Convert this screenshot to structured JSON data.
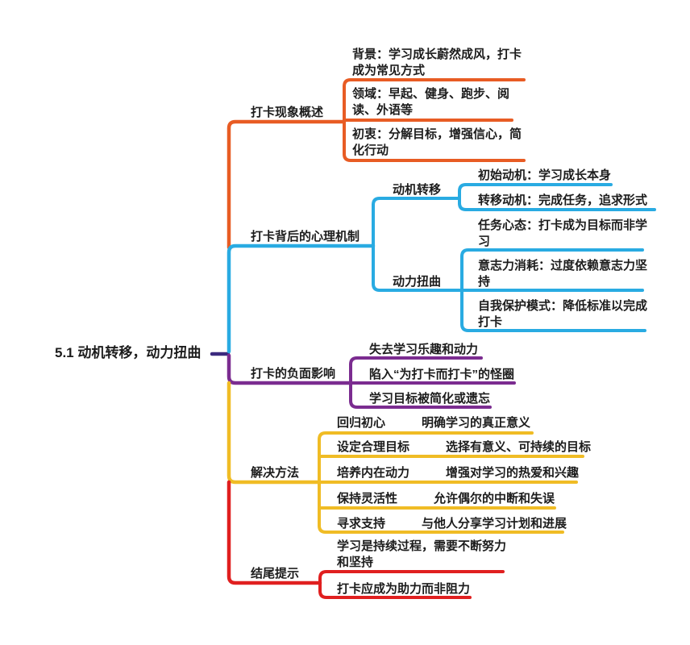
{
  "root_label": "5.1 动机转移，动力扭曲",
  "root_connector_color": "#3B2A7E",
  "text_color": "#1c1c1c",
  "background_color": "#ffffff",
  "branches": [
    {
      "label": "打卡现象概述",
      "color": "#E85C24",
      "children": [
        "背景：学习成长蔚然成风，打卡\n成为常见方式",
        "领域：早起、健身、跑步、阅\n读、外语等",
        "初衷：分解目标，增强信心，简\n化行动"
      ]
    },
    {
      "label": "打卡背后的心理机制",
      "color": "#29ABE2",
      "children": [
        {
          "label": "动机转移",
          "children": [
            "初始动机：学习成长本身",
            "转移动机：完成任务，追求形式"
          ]
        },
        {
          "label": "动力扭曲",
          "children": [
            "任务心态：打卡成为目标而非学\n习",
            "意志力消耗：过度依赖意志力坚\n持",
            "自我保护模式：降低标准以完成\n打卡"
          ]
        }
      ]
    },
    {
      "label": "打卡的负面影响",
      "color": "#7B2C90",
      "children": [
        "失去学习乐趣和动力",
        "陷入“为打卡而打卡”的怪圈",
        "学习目标被简化或遗忘"
      ]
    },
    {
      "label": "解决方法",
      "color": "#F0BC25",
      "children": [
        {
          "label": "回归初心",
          "desc": "明确学习的真正意义"
        },
        {
          "label": "设定合理目标",
          "desc": "选择有意义、可持续的目标"
        },
        {
          "label": "培养内在动力",
          "desc": "增强对学习的热爱和兴趣"
        },
        {
          "label": "保持灵活性",
          "desc": "允许偶尔的中断和失误"
        },
        {
          "label": "寻求支持",
          "desc": "与他人分享学习计划和进展"
        }
      ]
    },
    {
      "label": "结尾提示",
      "color": "#E01F1F",
      "children": [
        "学习是持续过程，需要不断努力\n和坚持",
        "打卡应成为助力而非阻力"
      ]
    }
  ]
}
